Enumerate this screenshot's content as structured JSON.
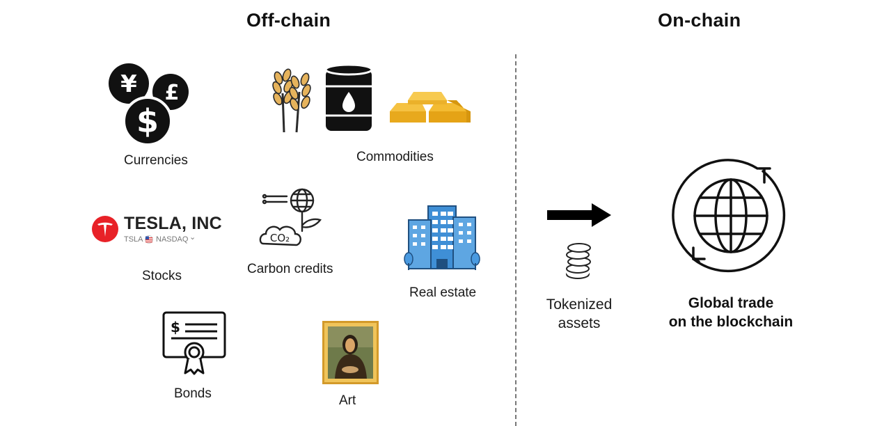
{
  "headings": {
    "off_chain": "Off-chain",
    "on_chain": "On-chain"
  },
  "assets": {
    "currencies": "Currencies",
    "commodities": "Commodities",
    "stocks": "Stocks",
    "carbon_credits": "Carbon credits",
    "real_estate": "Real estate",
    "bonds": "Bonds",
    "art": "Art"
  },
  "currency_symbols": {
    "yen": "¥",
    "pound": "£",
    "dollar": "$"
  },
  "tesla": {
    "name": "TESLA, INC",
    "ticker": "TSLA",
    "exchange": "NASDAQ",
    "caret": "⌄"
  },
  "carbon_icon_text": "CO₂",
  "bond_symbol": "$",
  "tokenized": {
    "line1": "Tokenized",
    "line2": "assets"
  },
  "global": {
    "line1": "Global trade",
    "line2": "on the blockchain"
  },
  "icons": [
    "currency-coins-icon",
    "wheat-icon",
    "oil-barrel-icon",
    "gold-bars-icon",
    "tesla-logo-icon",
    "carbon-credit-icon",
    "building-icon",
    "bond-certificate-icon",
    "mona-lisa-painting-icon",
    "arrow-right-icon",
    "coin-stack-icon",
    "globe-cycle-icon"
  ]
}
